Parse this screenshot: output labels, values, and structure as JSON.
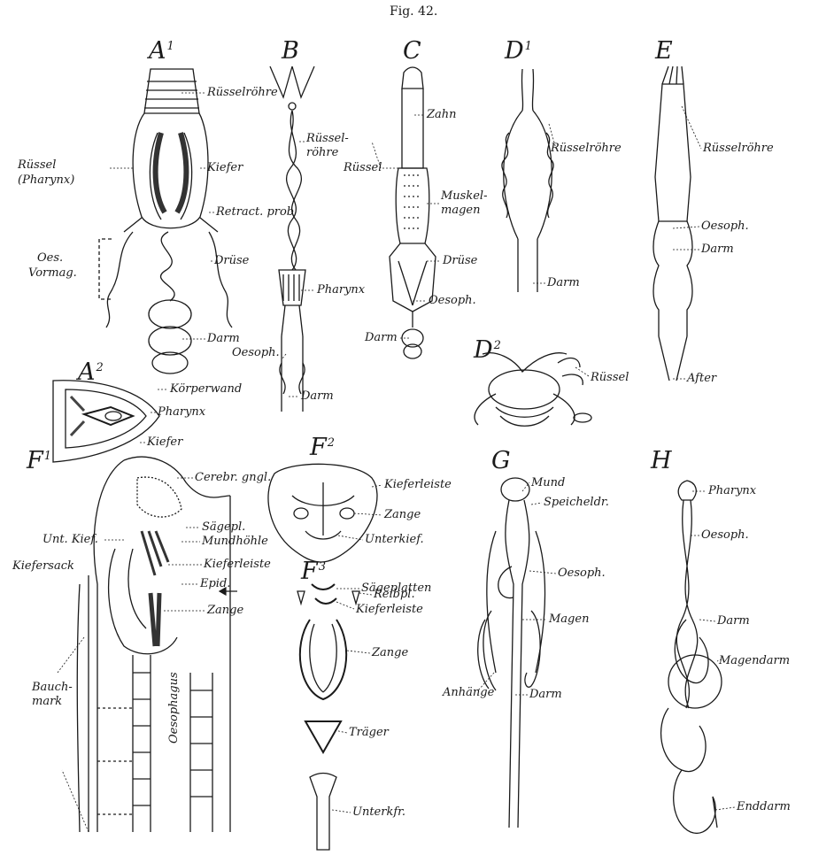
{
  "title": "Fig. 42.",
  "panels": {
    "A1": {
      "letter": "A",
      "sup": "1",
      "labels": {
        "ruesselroehre": "Rüsselröhre",
        "ruessel": "Rüssel",
        "pharynx_paren": "(Pharynx)",
        "kiefer": "Kiefer",
        "retract": "Retract. prob",
        "oes": "Oes.",
        "vormag": "Vormag.",
        "druese": "Drüse",
        "darm": "Darm"
      }
    },
    "A2": {
      "letter": "A",
      "sup": "2",
      "labels": {
        "koerperwand": "Körperwand",
        "pharynx": "Pharynx",
        "kiefer": "Kiefer"
      }
    },
    "B": {
      "letter": "B",
      "labels": {
        "ruessel_1": "Rüssel-",
        "ruessel_2": "röhre",
        "pharynx": "Pharynx",
        "oesoph": "Oesoph.",
        "darm": "Darm"
      }
    },
    "C": {
      "letter": "C",
      "labels": {
        "zahn": "Zahn",
        "ruessel": "Rüssel",
        "muskel_1": "Muskel-",
        "muskel_2": "magen",
        "druese": "Drüse",
        "oesoph": "Oesoph.",
        "darm": "Darm"
      }
    },
    "D1": {
      "letter": "D",
      "sup": "1",
      "labels": {
        "ruesselroehre": "Rüsselröhre",
        "darm": "Darm"
      }
    },
    "D2": {
      "letter": "D",
      "sup": "2",
      "labels": {
        "ruessel": "Rüssel"
      }
    },
    "E": {
      "letter": "E",
      "labels": {
        "ruesselroehre": "Rüsselröhre",
        "oesoph": "Oesoph.",
        "darm": "Darm",
        "after": "After"
      }
    },
    "F1": {
      "letter": "F",
      "sup": "1",
      "labels": {
        "cerebr": "Cerebr. gngl.",
        "saegepl": "Sägepl.",
        "mundhoehle": "Mundhöhle",
        "unt_kief": "Unt. Kief.",
        "kieferleiste": "Kieferleiste",
        "kiefersack": "Kiefersack",
        "epid": "Epid.",
        "zange": "Zange",
        "bauch": "Bauch-",
        "mark": "mark",
        "oesophagus": "Oesophagus"
      }
    },
    "F2": {
      "letter": "F",
      "sup": "2",
      "labels": {
        "kieferleiste": "Kieferleiste",
        "zange": "Zange",
        "unterkief": "Unterkief."
      }
    },
    "F3": {
      "letter": "F",
      "sup": "3",
      "labels": {
        "saegeplatten": "Sägeplatten",
        "reibpl": "Reibpl.",
        "kieferleiste": "Kieferleiste",
        "zange": "Zange",
        "traeger": "Träger",
        "unterkfr": "Unterkfr."
      }
    },
    "G": {
      "letter": "G",
      "labels": {
        "mund": "Mund",
        "speicheldr": "Speicheldr.",
        "oesoph": "Oesoph.",
        "magen": "Magen",
        "anhaenge": "Anhänge",
        "darm": "Darm"
      }
    },
    "H": {
      "letter": "H",
      "labels": {
        "pharynx": "Pharynx",
        "oesoph": "Oesoph.",
        "darm": "Darm",
        "magendarm": "Magendarm",
        "enddarm": "Enddarm"
      }
    }
  }
}
